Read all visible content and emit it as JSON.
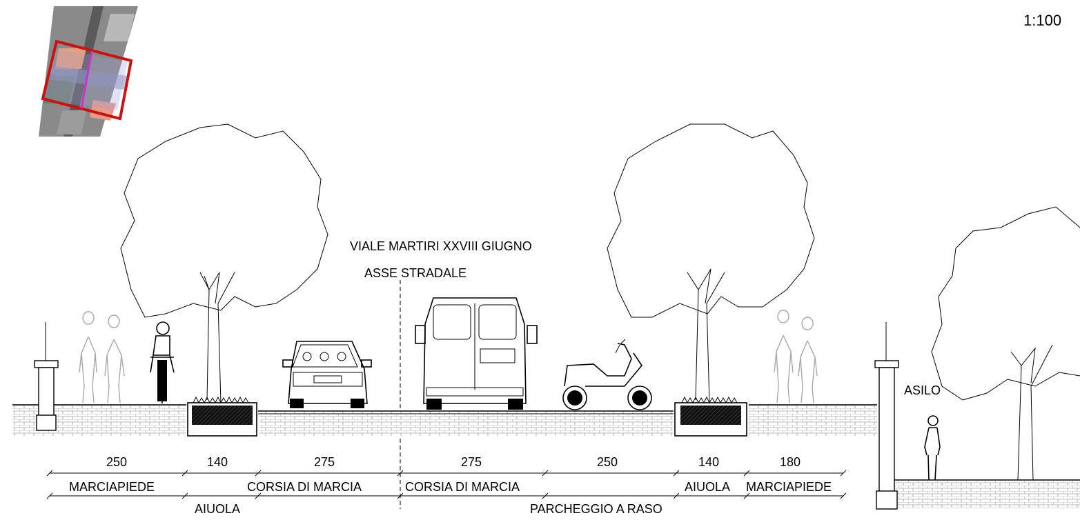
{
  "scale": "1:100",
  "street_name": "VIALE MARTIRI XXVIII GIUGNO",
  "axis_label": "ASSE STRADALE",
  "building_label": "ASILO",
  "dimensions": [
    {
      "value": "250",
      "name": "MARCIAPIEDE"
    },
    {
      "value": "140",
      "name": "AIUOLA"
    },
    {
      "value": "275",
      "name": "CORSIA DI MARCIA"
    },
    {
      "value": "275",
      "name": "CORSIA DI MARCIA"
    },
    {
      "value": "250",
      "name": "PARCHEGGIO A RASO"
    },
    {
      "value": "140",
      "name": "AIUOLA"
    },
    {
      "value": "180",
      "name": "MARCIAPIEDE"
    }
  ],
  "colors": {
    "key_plan_frame": "#cc1111",
    "section_cut": "#cc33cc",
    "line": "#000000",
    "ghost_people": "#a8a8a8"
  },
  "icons": [
    "tree",
    "pedestrian",
    "cyclist",
    "car",
    "van",
    "scooter",
    "lamp-post",
    "key-plan-map"
  ]
}
